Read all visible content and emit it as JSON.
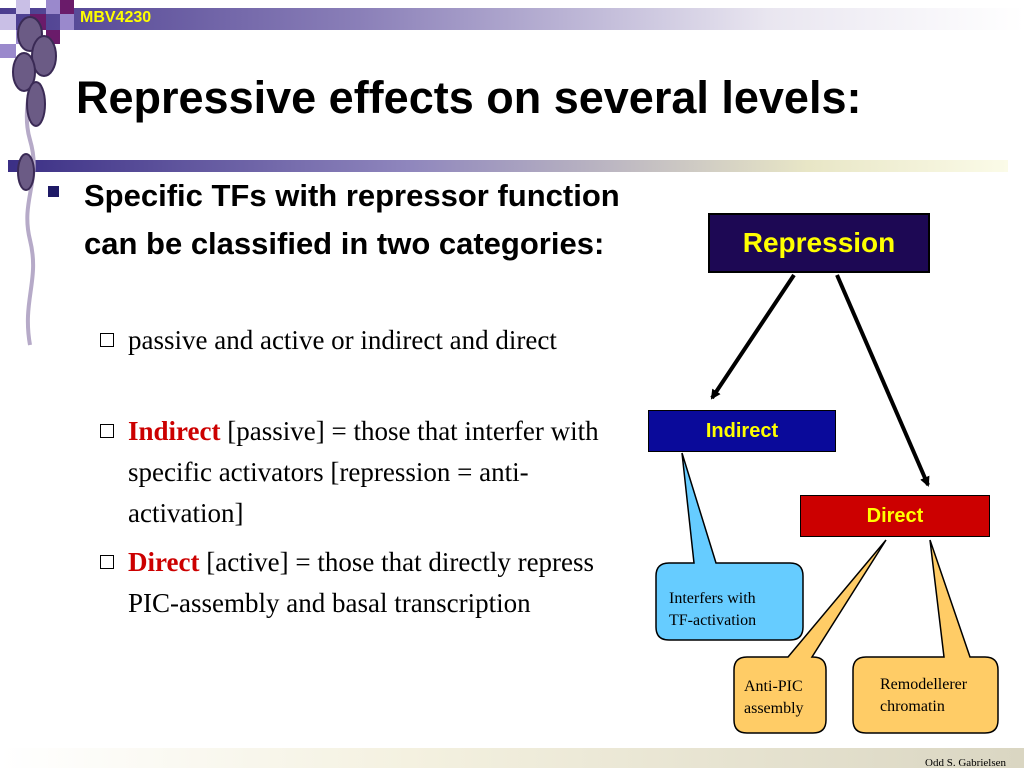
{
  "header": {
    "course_code": "MBV4230"
  },
  "title": "Repressive effects on several levels:",
  "main_bullet": "Specific TFs with repressor function can be classified in two categories:",
  "sub_bullets": [
    {
      "lead": "",
      "text": "passive and active or indirect and direct"
    },
    {
      "lead": "Indirect",
      "text": " [passive] = those that interfer with specific activators [repression = anti-activation]"
    },
    {
      "lead": "Direct",
      "text": " [active] = those that directly repress PIC-assembly and basal transcription"
    }
  ],
  "diagram": {
    "root": "Repression",
    "indirect": "Indirect",
    "direct": "Direct",
    "callout_indirect": [
      "Interfers with",
      "TF-activation"
    ],
    "callout_anti_pic": [
      "Anti-PIC",
      "assembly"
    ],
    "callout_remodel": [
      "Remodellerer",
      "chromatin"
    ]
  },
  "footer": {
    "author": "Odd S. Gabrielsen"
  },
  "colors": {
    "root_bg": "#1d0854",
    "indirect_bg": "#0a0a9a",
    "direct_bg": "#cc0000",
    "label_text": "#ffff00",
    "callout_blue": "#66ccff",
    "callout_orange": "#ffcc66",
    "emphasis_red": "#cc0000"
  }
}
